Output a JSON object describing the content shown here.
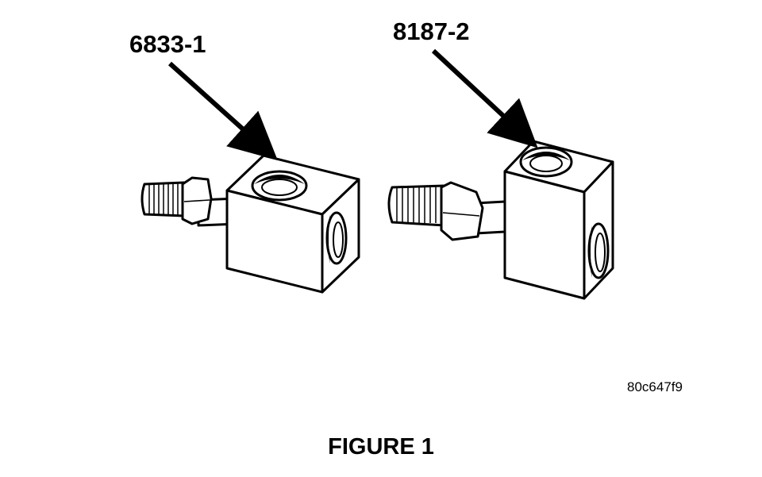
{
  "labels": {
    "left_part": "6833-1",
    "right_part": "8187-2",
    "image_code": "80c647f9",
    "figure_caption": "FIGURE 1"
  },
  "colors": {
    "ink": "#000000",
    "paper": "#ffffff"
  }
}
